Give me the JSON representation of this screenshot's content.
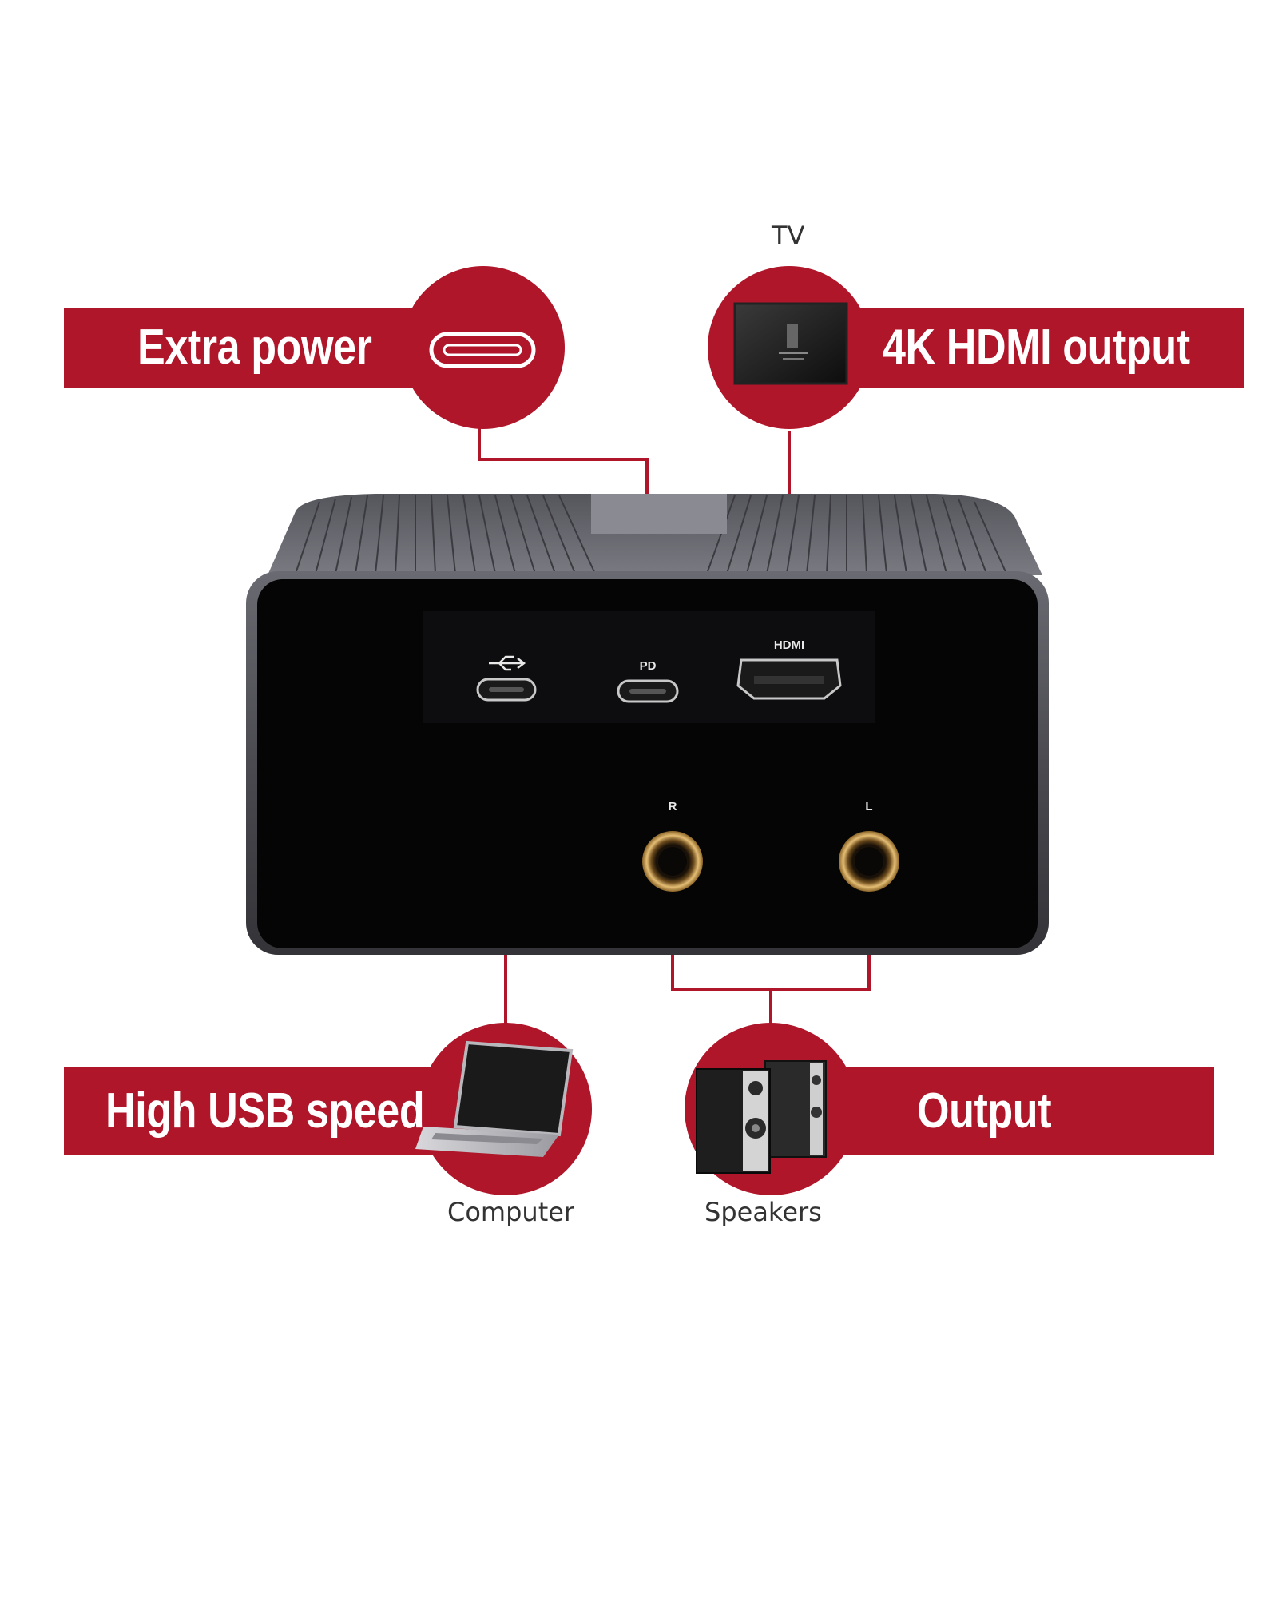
{
  "colors": {
    "accent": "#b0162a",
    "device_body": "#4a4a50",
    "device_face": "#050505",
    "background": "#ffffff",
    "jack_gold": "#c89a50"
  },
  "callouts": {
    "extra_power": {
      "label": "Extra power",
      "icon": "usb-c-port-icon"
    },
    "hdmi_output": {
      "label": "4K HDMI output",
      "icon": "tv-icon",
      "caption": "TV"
    },
    "usb_speed": {
      "label": "High USB speed",
      "icon": "laptop-icon",
      "caption": "Computer"
    },
    "audio_output": {
      "label": "Output",
      "icon": "speakers-icon",
      "caption": "Speakers"
    }
  },
  "device": {
    "ports": {
      "usb": {
        "label": "⭠",
        "icon": "usb-symbol-icon"
      },
      "pd": {
        "label": "PD"
      },
      "hdmi": {
        "label": "HDMI"
      },
      "audio_r": {
        "label": "R"
      },
      "audio_l": {
        "label": "L"
      }
    }
  }
}
